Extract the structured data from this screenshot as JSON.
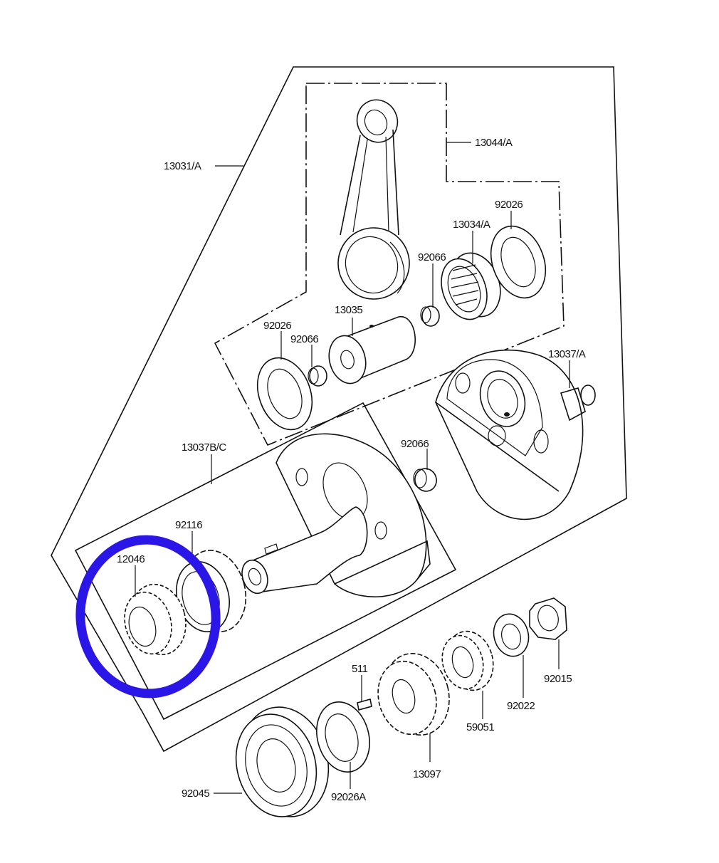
{
  "diagram": {
    "title": "Crankshaft exploded parts diagram",
    "labels": {
      "p13031A": "13031/A",
      "p13044A": "13044/A",
      "p92026_top": "92026",
      "p13034A": "13034/A",
      "p92066_top": "92066",
      "p13035": "13035",
      "p92026_left": "92026",
      "p92066_left": "92066",
      "p13037A": "13037/A",
      "p13037BC": "13037B/C",
      "p92066_mid": "92066",
      "p92116": "92116",
      "p12046": "12046",
      "p511": "511",
      "p92015": "92015",
      "p92022": "92022",
      "p59051": "59051",
      "p13097": "13097",
      "p92045": "92045",
      "p92026A": "92026A"
    },
    "highlight": {
      "part": "12046",
      "color": "#2a16e6"
    }
  }
}
